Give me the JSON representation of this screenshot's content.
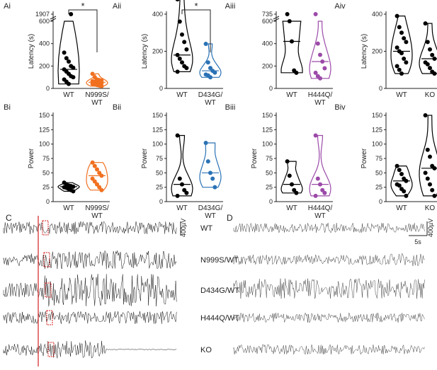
{
  "colors": {
    "wt": "#000000",
    "n999s": "#f07020",
    "d434g": "#2a72b5",
    "h444q": "#9b4aa8",
    "ko": "#000000",
    "red": "#d42020"
  },
  "chart_data": [
    {
      "panel": "Ai",
      "type": "violin",
      "ylabel": "Latency (s)",
      "categories": [
        "WT",
        "N999S/\nWT"
      ],
      "yticks": [
        "0",
        "200",
        "400",
        "600",
        "1907"
      ],
      "ybreak": true,
      "sig": "*",
      "points": [
        [
          320,
          270,
          240,
          200,
          185,
          170,
          150,
          130,
          110,
          100,
          80,
          60,
          40,
          1907
        ],
        [
          130,
          100,
          80,
          75,
          70,
          65,
          60,
          55,
          50,
          45,
          40,
          35,
          30,
          25,
          20
        ]
      ]
    },
    {
      "panel": "Aii",
      "type": "violin",
      "ylabel": "Latency (s)",
      "categories": [
        "WT",
        "D434G/\nWT"
      ],
      "yticks": [
        "0",
        "200",
        "400"
      ],
      "sig": "*",
      "points": [
        [
          480,
          360,
          290,
          250,
          210,
          180,
          160,
          140,
          120,
          110,
          90
        ],
        [
          240,
          140,
          110,
          95,
          85,
          75,
          70,
          60
        ]
      ]
    },
    {
      "panel": "Aiii",
      "type": "violin",
      "ylabel": "",
      "categories": [
        "WT",
        "H444Q/\nWT"
      ],
      "yticks": [
        "0",
        "200",
        "400",
        "600",
        "735"
      ],
      "ybreak": true,
      "points": [
        [
          735,
          600,
          420,
          160,
          140
        ],
        [
          700,
          400,
          300,
          240,
          180,
          140,
          110,
          90
        ]
      ]
    },
    {
      "panel": "Aiv",
      "type": "violin",
      "ylabel": "Latency (s)",
      "categories": [
        "WT",
        "KO"
      ],
      "yticks": [
        "0",
        "200",
        "400"
      ],
      "points": [
        [
          390,
          330,
          300,
          270,
          250,
          220,
          200,
          190,
          160,
          140,
          120,
          100,
          80
        ],
        [
          350,
          250,
          210,
          180,
          160,
          140,
          130,
          110,
          90,
          80
        ]
      ]
    },
    {
      "panel": "Bi",
      "type": "violin",
      "ylabel": "Power",
      "categories": [
        "WT",
        "N999S/\nWT"
      ],
      "yticks": [
        "0",
        "25",
        "50",
        "75",
        "100",
        "125",
        "150"
      ],
      "points": [
        [
          33,
          30,
          28,
          27,
          26,
          25,
          24,
          22,
          20,
          18
        ],
        [
          68,
          62,
          56,
          50,
          45,
          40,
          35,
          30,
          25,
          20
        ]
      ]
    },
    {
      "panel": "Bii",
      "type": "violin",
      "ylabel": "Power",
      "categories": [
        "WT",
        "D434G/\nWT"
      ],
      "yticks": [
        "0",
        "25",
        "50",
        "75",
        "100",
        "125",
        "150"
      ],
      "points": [
        [
          115,
          40,
          30,
          20,
          15,
          10
        ],
        [
          102,
          70,
          50,
          40,
          25
        ]
      ]
    },
    {
      "panel": "Biii",
      "type": "violin",
      "ylabel": "Power",
      "categories": [
        "WT",
        "H444Q/\nWT"
      ],
      "yticks": [
        "0",
        "25",
        "50",
        "75",
        "100",
        "125",
        "150"
      ],
      "points": [
        [
          70,
          45,
          30,
          20,
          15
        ],
        [
          115,
          40,
          30,
          20,
          15,
          10
        ]
      ]
    },
    {
      "panel": "Biv",
      "type": "violin",
      "ylabel": "Power",
      "categories": [
        "WT",
        "KO"
      ],
      "yticks": [
        "0",
        "25",
        "50",
        "75",
        "100",
        "125",
        "150"
      ],
      "points": [
        [
          62,
          55,
          48,
          40,
          36,
          30,
          28,
          22,
          18,
          10
        ],
        [
          150,
          90,
          78,
          62,
          58,
          50,
          40,
          30,
          20,
          10
        ]
      ]
    }
  ],
  "traces_c": {
    "letter": "C",
    "labels": [
      "WT",
      "N999S/WT",
      "D434G/WT",
      "H444Q/WT",
      "KO"
    ],
    "scale": "400µV"
  },
  "traces_d": {
    "letter": "D",
    "scale": "400µV",
    "time": "5s"
  }
}
